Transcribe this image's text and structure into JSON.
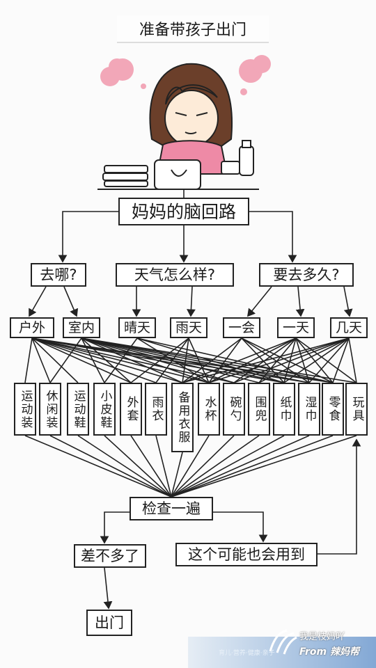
{
  "title": "准备带孩子出门",
  "root": "妈妈的脑回路",
  "questions": [
    "去哪?",
    "天气怎么样?",
    "要去多久?"
  ],
  "options": [
    "户外",
    "室内",
    "晴天",
    "雨天",
    "一会",
    "一天",
    "几天"
  ],
  "items": [
    "运动装",
    "休闲装",
    "运动鞋",
    "小皮鞋",
    "外套",
    "雨衣",
    "备用衣服",
    "水杯",
    "碗勺",
    "围兜",
    "纸巾",
    "湿巾",
    "零食",
    "玩具"
  ],
  "check": "检查一遍",
  "almost": "差不多了",
  "maybe": "这个可能也会用到",
  "go_out": "出门",
  "watermark": {
    "line1": "我是枝妈吖",
    "line2": "From 辣妈帮",
    "footer": "育儿·营养·健康·亲子"
  },
  "colors": {
    "stroke": "#222222",
    "hair": "#6b3f2a",
    "shirt": "#ee8aa6",
    "steam": "#f2a7b8"
  }
}
